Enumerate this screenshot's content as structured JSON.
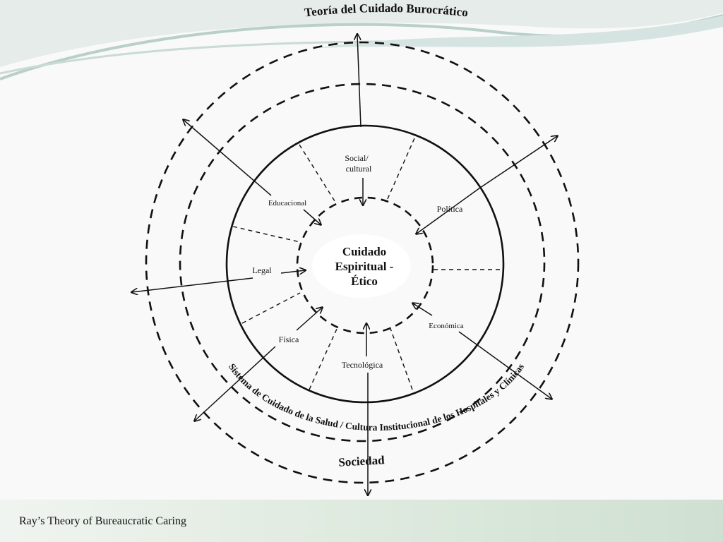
{
  "slide": {
    "footer_caption": "Ray’s Theory of Bureaucratic Caring"
  },
  "diagram": {
    "outer_title": "Teoría del Cuidado Burocrático",
    "bottom_label": "Sociedad",
    "arc_label": "Sistema de Cuidado de la Salud / Cultura Institucional de los Hospitales y Clínicas",
    "center": {
      "line1": "Cuidado",
      "line2": "Espiritual -",
      "line3": "Ético"
    },
    "factors": {
      "social_line1": "Social/",
      "social_line2": "cultural",
      "politica": "Política",
      "educacional": "Educacional",
      "legal": "Legal",
      "fisica": "Física",
      "economica": "Económica",
      "tecnologica": "Tecnológica"
    }
  },
  "colors": {
    "top_band": "#7aaa7f",
    "background": "#f8f9f8",
    "lines": "#111111"
  }
}
